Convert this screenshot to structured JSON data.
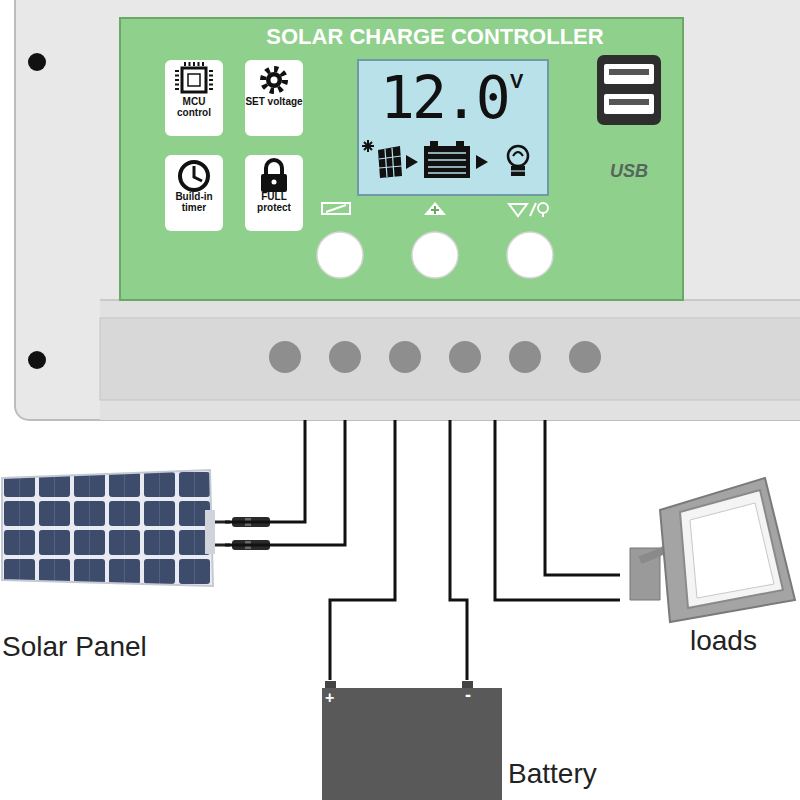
{
  "diagram": {
    "nodes": [
      {
        "text": [
          "SOLAR CHARGE CONTROLLER"
        ]
      },
      {
        "text": [
          "MCU control"
        ],
        "in": 0
      },
      {
        "text": [
          "SET voltage"
        ],
        "in": 0
      },
      {
        "text": [
          "Build-in timer"
        ],
        "in": 0
      },
      {
        "text": [
          "FULL protect"
        ],
        "in": 0
      },
      {
        "text": [
          "12.0",
          "V"
        ],
        "in": 0
      },
      {
        "text": [
          "USB"
        ],
        "in": 0
      },
      {
        "text": [
          "Solar Panel"
        ]
      },
      {
        "text": [
          "+",
          "-"
        ]
      },
      {
        "text": [
          "loads"
        ]
      }
    ],
    "edges": [
      {
        "from": 7,
        "to": 0,
        "arrow": "none"
      },
      {
        "from": 7,
        "to": 0,
        "arrow": "none"
      },
      {
        "from": 8,
        "to": 0,
        "arrow": "none"
      },
      {
        "from": 8,
        "to": 0,
        "arrow": "none"
      },
      {
        "from": 9,
        "to": 0,
        "arrow": "none"
      },
      {
        "from": 9,
        "to": 0,
        "arrow": "none"
      }
    ],
    "labels": [
      "Battery"
    ]
  }
}
